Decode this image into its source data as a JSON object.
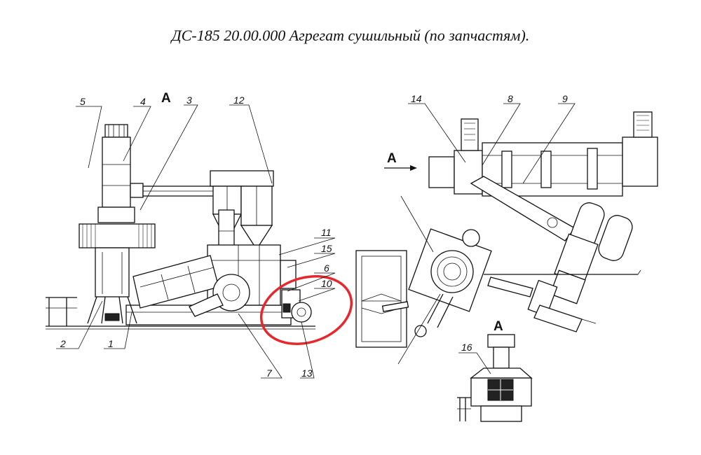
{
  "title": "ДС-185 20.00.000  Агрегат сушильный (по запчастям).",
  "view_labels": {
    "side_view": "A",
    "arrow_view": "A",
    "bottom_view": "A"
  },
  "callouts": {
    "c1": "1",
    "c2": "2",
    "c3": "3",
    "c4": "4",
    "c5": "5",
    "c6": "6",
    "c7": "7",
    "c8": "8",
    "c9": "9",
    "c10": "10",
    "c11": "11",
    "c12": "12",
    "c13": "13",
    "c14": "14",
    "c15": "15",
    "c16": "16"
  },
  "highlight_color": "#e8262b"
}
